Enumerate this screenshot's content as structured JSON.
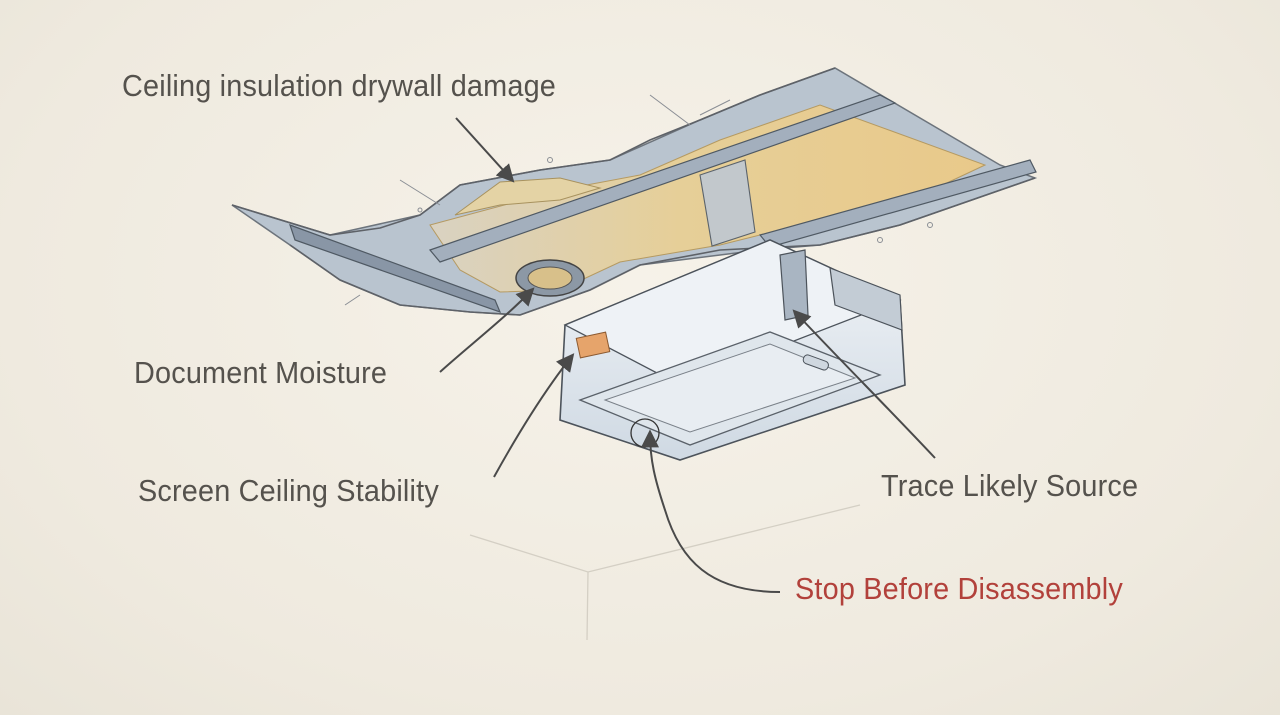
{
  "labels": {
    "ceiling_damage": "Ceiling insulation drywall damage",
    "document_moisture": "Document Moisture",
    "screen_stability": "Screen Ceiling Stability",
    "trace_source": "Trace Likely Source",
    "stop_disassembly": "Stop Before Disassembly"
  },
  "colors": {
    "background": "#f1ede3",
    "text": "#55524d",
    "alert_text": "#b2413b",
    "insulation": "#e3c98b",
    "joist": "#9aa7b6",
    "fixture": "#e7edf3",
    "arrow": "#4a4a4a"
  }
}
